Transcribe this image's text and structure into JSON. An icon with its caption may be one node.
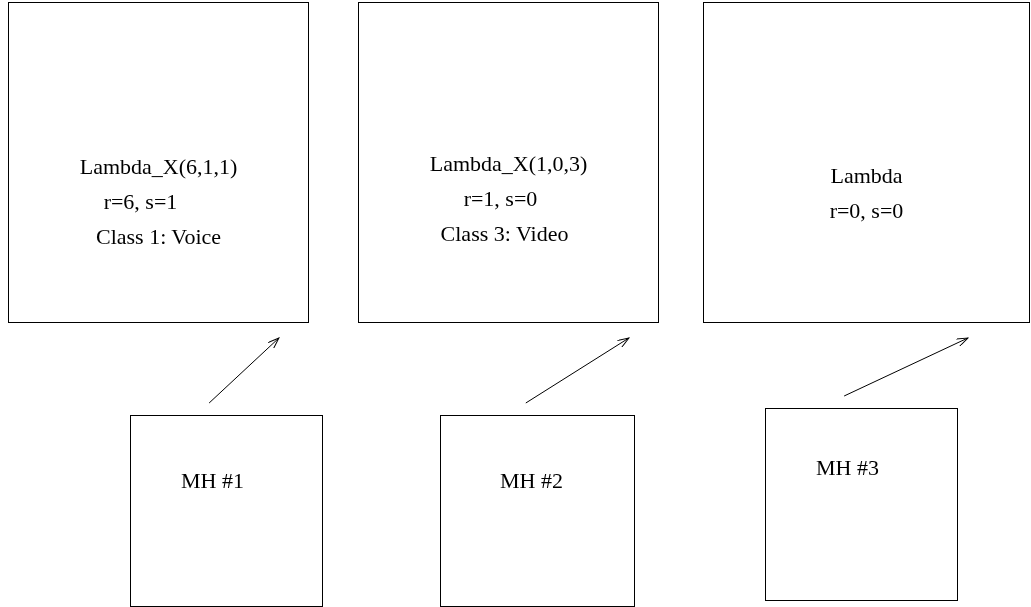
{
  "diagram": {
    "nodes": [
      {
        "text": [
          "Lambda_X(6,1,1)",
          "r=6, s=1",
          "Class 1: Voice"
        ]
      },
      {
        "text": [
          "Lambda_X(1,0,3)",
          "r=1, s=0",
          "Class 3: Video"
        ]
      },
      {
        "text": [
          "Lambda",
          "r=0, s=0"
        ]
      },
      {
        "text": [
          "MH #1"
        ]
      },
      {
        "text": [
          "MH #2"
        ]
      },
      {
        "text": [
          "MH #3"
        ]
      }
    ],
    "edges": [
      {
        "from": 3,
        "to": 0,
        "arrow": "to"
      },
      {
        "from": 4,
        "to": 1,
        "arrow": "to"
      },
      {
        "from": 5,
        "to": 2,
        "arrow": "to"
      }
    ]
  }
}
